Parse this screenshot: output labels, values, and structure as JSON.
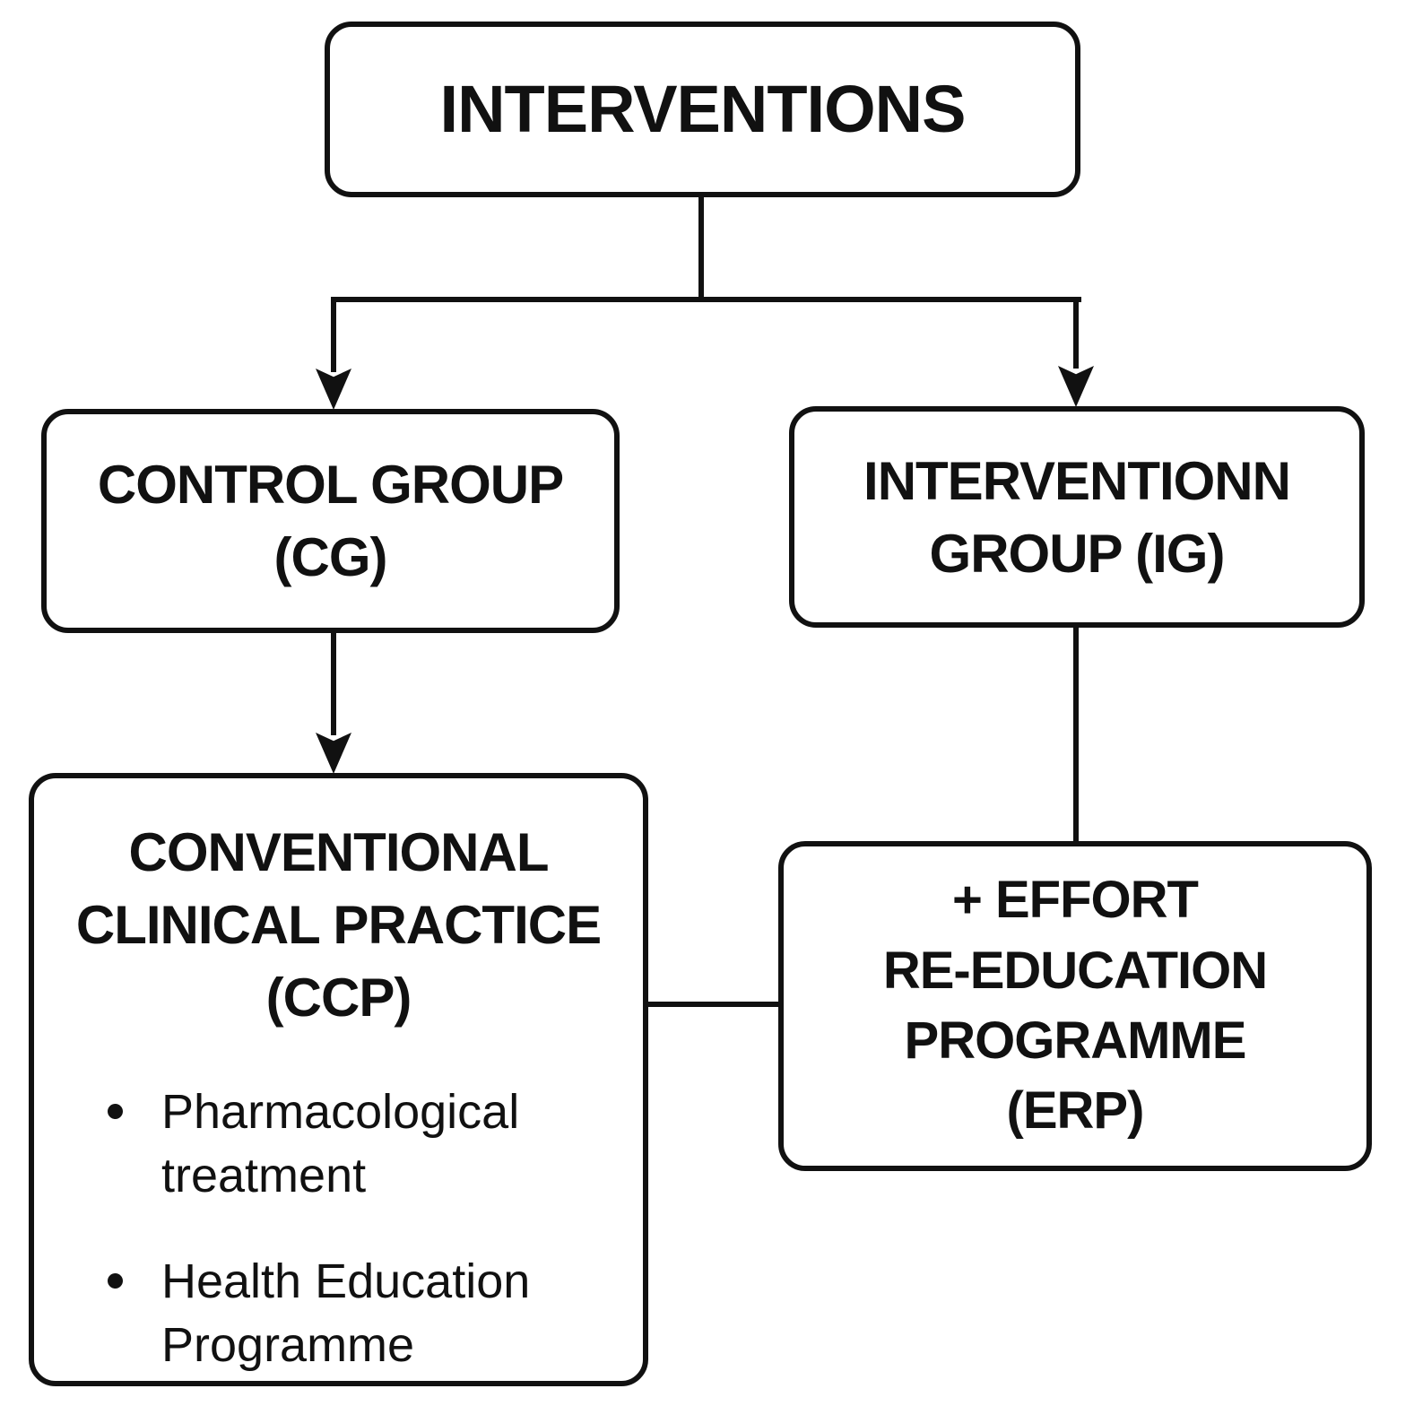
{
  "diagram": {
    "interventions": {
      "label": "INTERVENTIONS"
    },
    "control_group": {
      "label": "CONTROL GROUP\n(CG)"
    },
    "intervention_group": {
      "label": "INTERVENTIONN\nGROUP (IG)"
    },
    "ccp": {
      "title": "CONVENTIONAL\nCLINICAL PRACTICE\n(CCP)",
      "bullets": [
        "Pharmacological treatment",
        "Health Education Programme"
      ]
    },
    "erp": {
      "label": "+ EFFORT\nRE-EDUCATION\nPROGRAMME\n(ERP)"
    },
    "edges": [
      {
        "from": "INTERVENTIONS",
        "to": "CONTROL GROUP (CG)",
        "arrow": true
      },
      {
        "from": "INTERVENTIONS",
        "to": "INTERVENTIONN GROUP (IG)",
        "arrow": true
      },
      {
        "from": "CONTROL GROUP (CG)",
        "to": "CONVENTIONAL CLINICAL PRACTICE (CCP)",
        "arrow": true
      },
      {
        "from": "INTERVENTIONN GROUP (IG)",
        "to": "+ EFFORT RE-EDUCATION PROGRAMME (ERP)",
        "arrow": false
      },
      {
        "from": "CONVENTIONAL CLINICAL PRACTICE (CCP)",
        "to": "+ EFFORT RE-EDUCATION PROGRAMME (ERP)",
        "arrow": false
      }
    ],
    "icons": {
      "bullet-icon": "filled-circle",
      "arrowhead-down-icon": "solid-down-arrow"
    },
    "colors": {
      "line": "#111111",
      "text": "#111111",
      "node_background": "#ffffff",
      "page_background": "#ffffff"
    }
  }
}
